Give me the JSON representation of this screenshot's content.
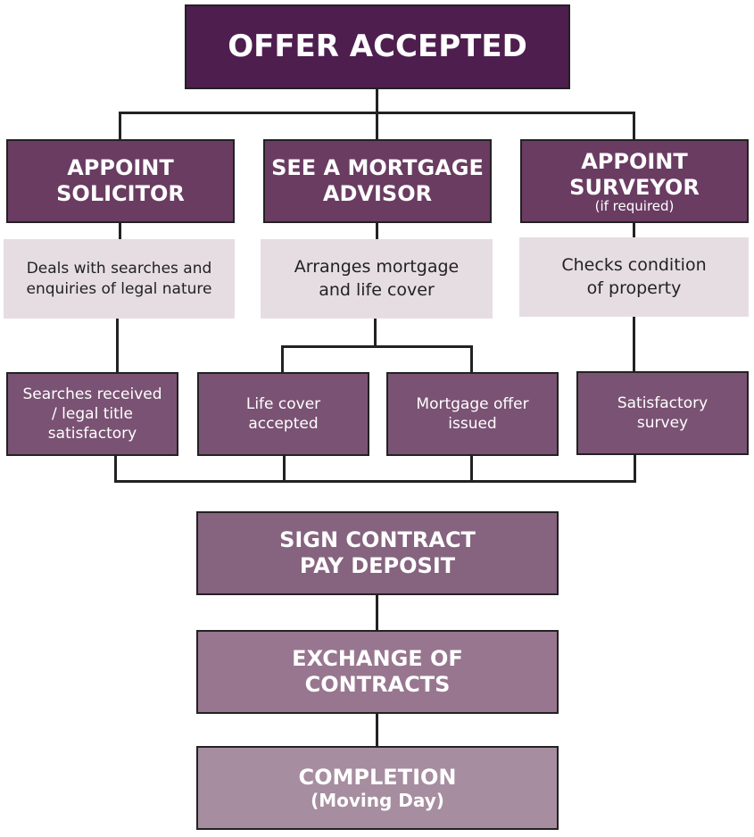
{
  "offer_accepted": "OFFER ACCEPTED",
  "solicitor": {
    "title_line1": "APPOINT",
    "title_line2": "SOLICITOR",
    "note_line1": "Deals with searches and",
    "note_line2": "enquiries of legal nature",
    "result_line1": "Searches received",
    "result_line2": "/ legal title",
    "result_line3": "satisfactory"
  },
  "mortgage": {
    "title_line1": "SEE A MORTGAGE",
    "title_line2": "ADVISOR",
    "note_line1": "Arranges mortgage",
    "note_line2": "and life cover",
    "life_line1": "Life cover",
    "life_line2": "accepted",
    "offer_line1": "Mortgage offer",
    "offer_line2": "issued"
  },
  "surveyor": {
    "title_line1": "APPOINT",
    "title_line2": "SURVEYOR",
    "title_note": "(if required)",
    "note_line1": "Checks condition",
    "note_line2": "of property",
    "result_line1": "Satisfactory",
    "result_line2": "survey"
  },
  "sign_contract": {
    "line1": "SIGN CONTRACT",
    "line2": "PAY DEPOSIT"
  },
  "exchange": {
    "line1": "EXCHANGE OF",
    "line2": "CONTRACTS"
  },
  "completion": {
    "line1": "COMPLETION",
    "line2": "(Moving Day)"
  },
  "colors": {
    "top": "#4e1e4f",
    "header": "#6a3c62",
    "result": "#7a5273",
    "sign": "#86637f",
    "exchange": "#98768f",
    "completion": "#a68d9f",
    "note_bg": "#e6dde3"
  }
}
